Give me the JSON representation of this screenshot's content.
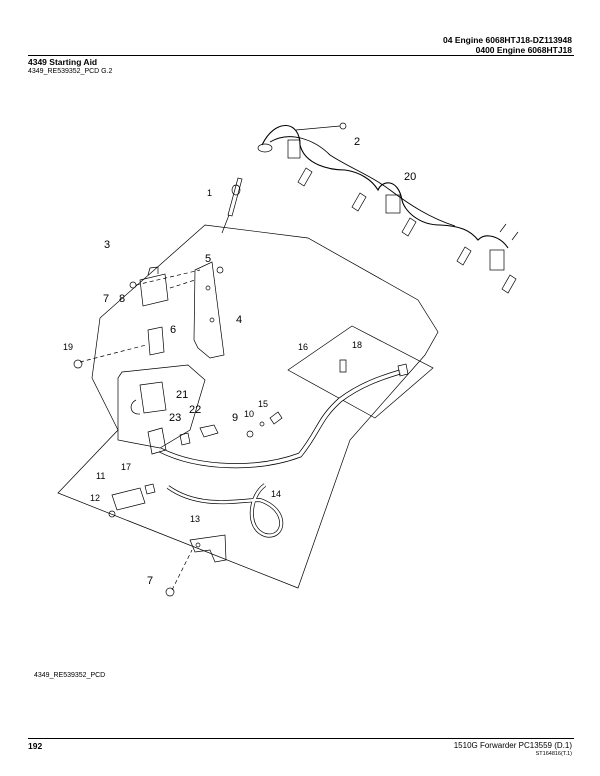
{
  "header": {
    "line1": "04 Engine  6068HTJ18-DZ113948",
    "line2": "0400  Engine  6068HTJ18"
  },
  "section_title": "4349 Starting Aid",
  "figure_ref_top": "4349_RE539352_PCD G.2",
  "figure_ref_bottom": "4349_RE539352_PCD",
  "callouts": [
    "1",
    "2",
    "20",
    "3",
    "5",
    "4",
    "7",
    "8",
    "6",
    "19",
    "16",
    "18",
    "21",
    "23",
    "22",
    "9",
    "10",
    "15",
    "11",
    "17",
    "14",
    "12",
    "13",
    "7"
  ],
  "footer": {
    "page": "192",
    "doc": "1510G Forwarder    PC13559    (D.1)",
    "code": "ST164816(T.1)"
  }
}
